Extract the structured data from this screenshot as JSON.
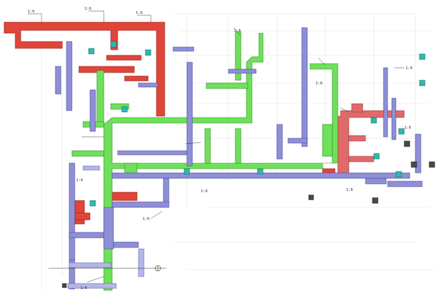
{
  "diagram": {
    "tags": [
      "1:6",
      "1:6",
      "1:6",
      "1:6",
      "1:6",
      "1:6",
      "1:6",
      "1:6",
      "1:6",
      "1:6",
      "1:6",
      "1:6"
    ],
    "colors": {
      "supply": "#e0453a",
      "exhaust": "#6fe05a",
      "return": "#8e8fd6",
      "terminal": "#2fb8b0"
    }
  }
}
